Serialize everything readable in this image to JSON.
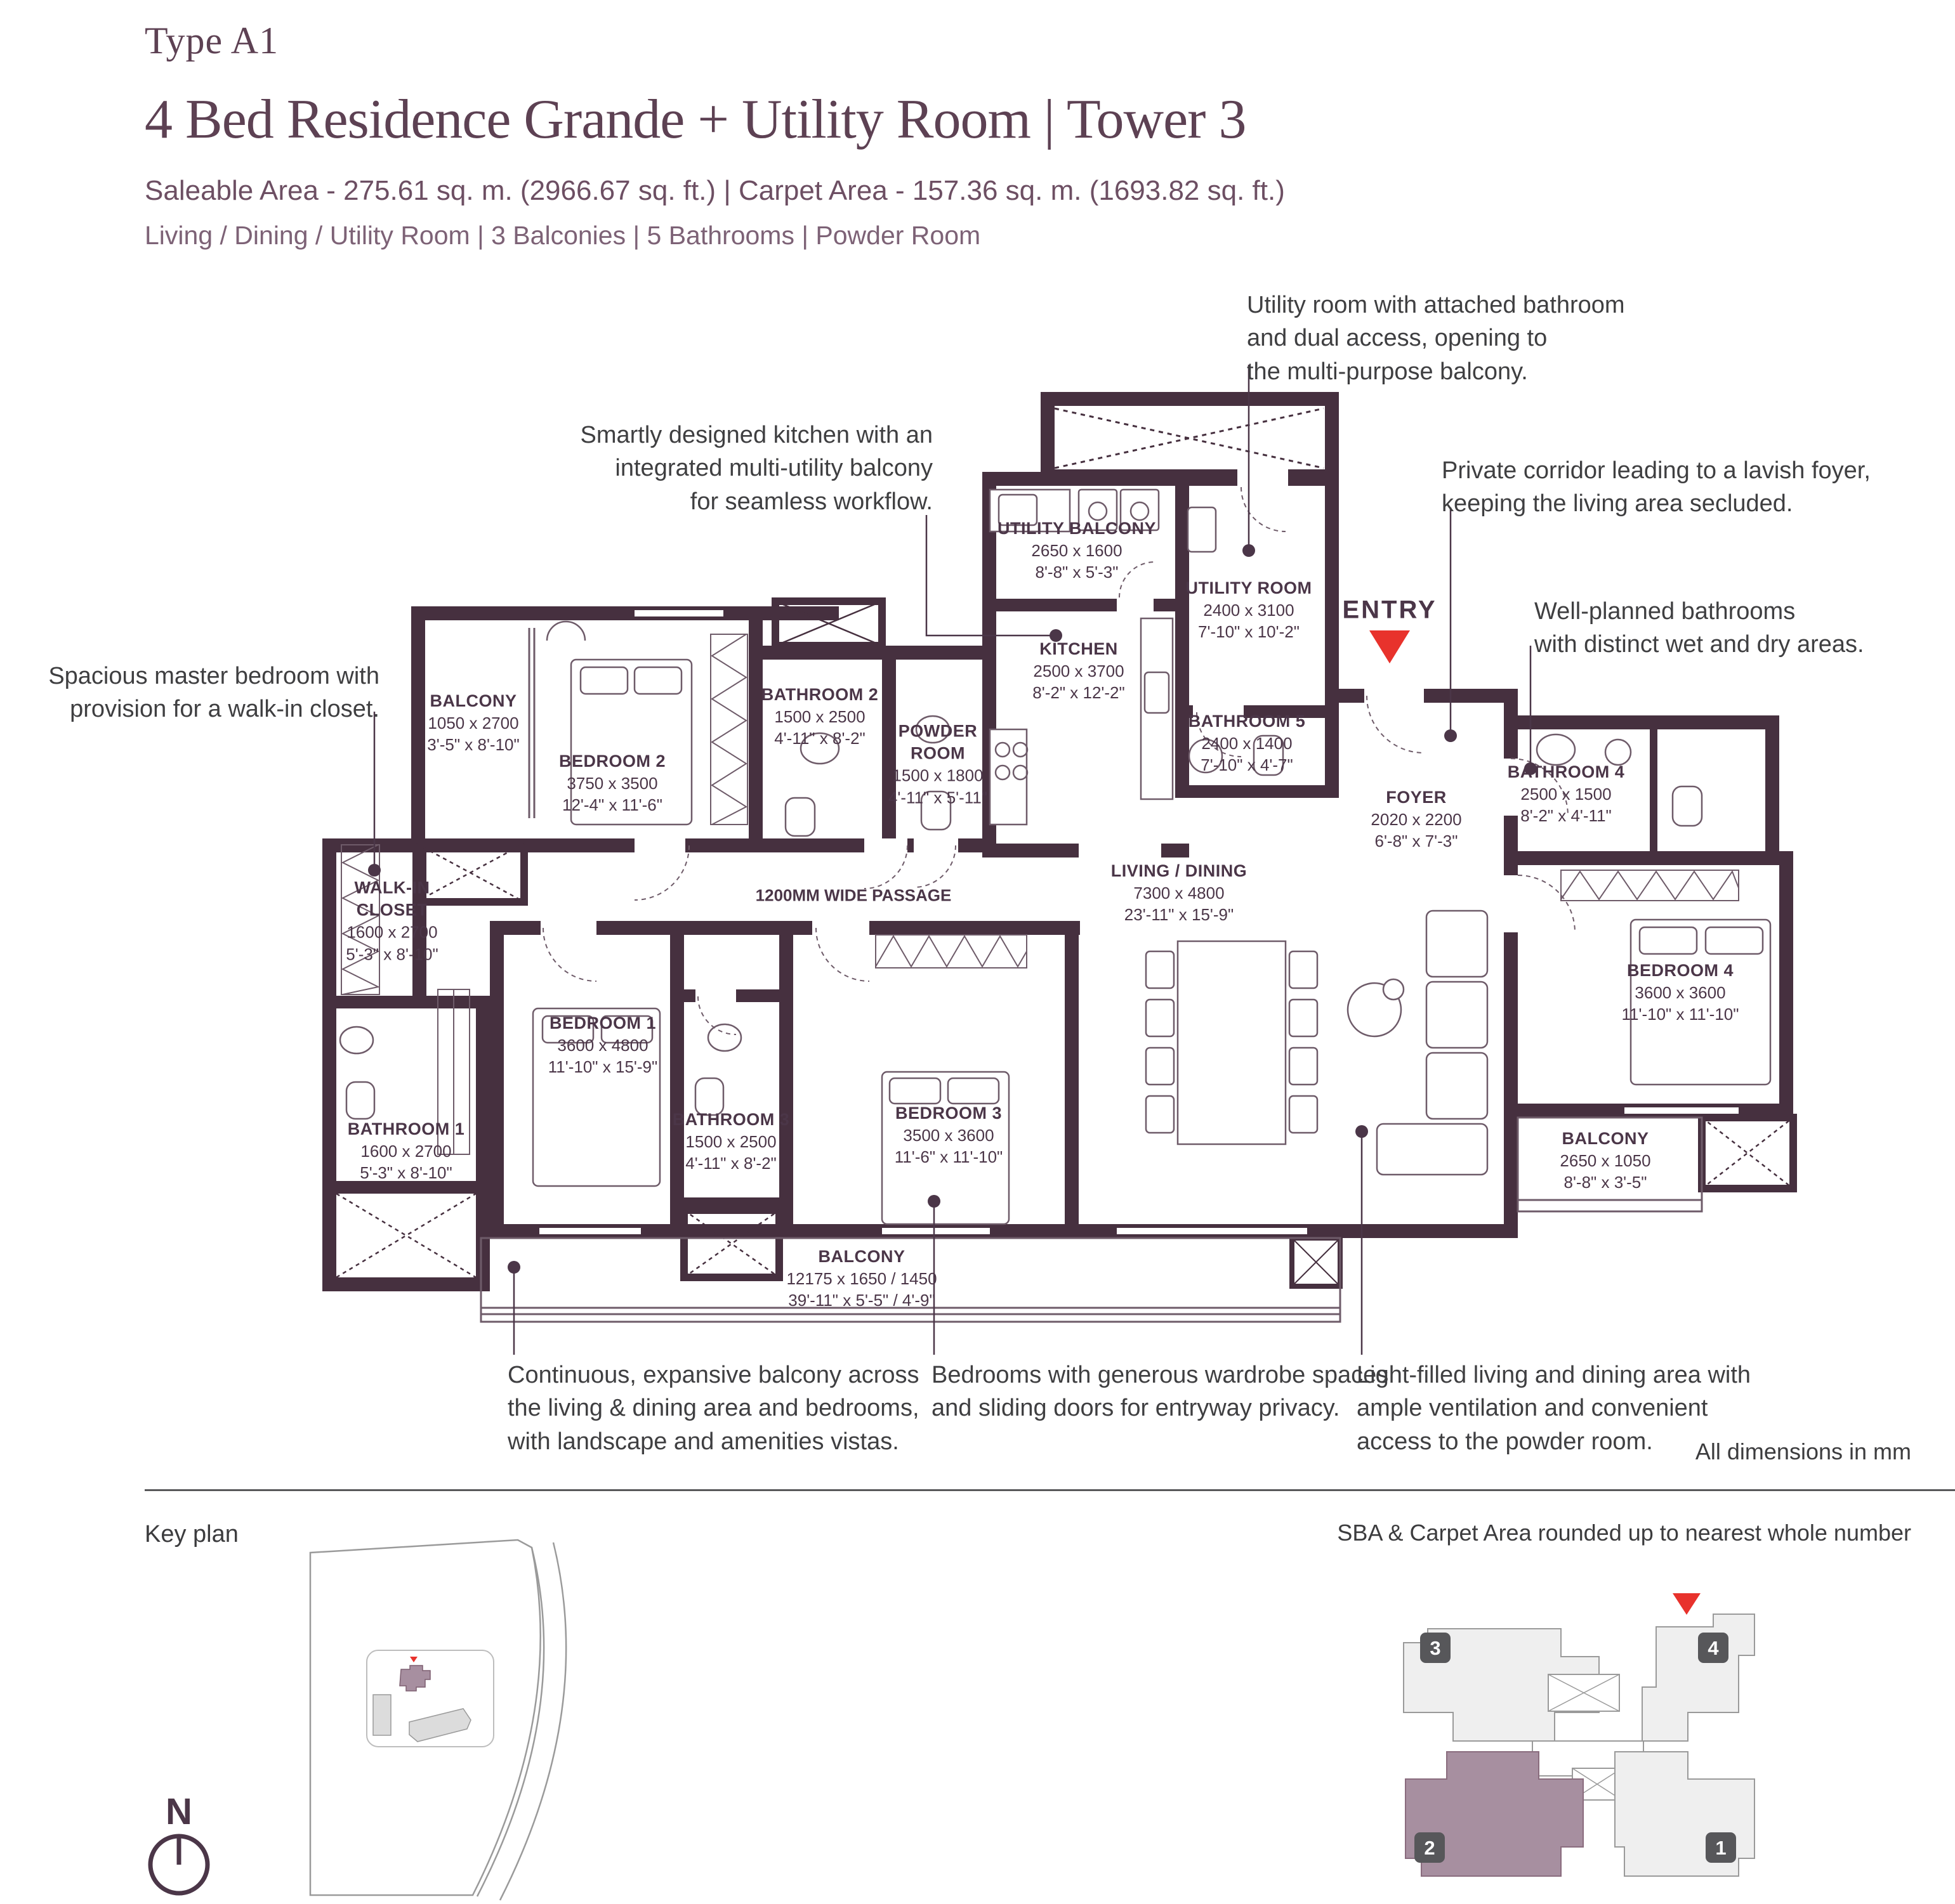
{
  "header": {
    "type_label": "Type A1",
    "title": "4 Bed Residence Grande + Utility Room | Tower 3",
    "area_line": "Saleable Area - 275.61 sq. m. (2966.67 sq. ft.) | Carpet Area - 157.36 sq. m. (1693.82 sq. ft.)",
    "features_line": "Living / Dining / Utility Room | 3 Balconies | 5 Bathrooms | Powder Room"
  },
  "callouts": [
    {
      "id": "utility-room",
      "text": "Utility room with attached bathroom\nand dual access, opening to\nthe multi-purpose balcony."
    },
    {
      "id": "kitchen",
      "text": "Smartly designed kitchen with an\nintegrated multi-utility balcony\nfor seamless workflow."
    },
    {
      "id": "private-corridor",
      "text": "Private corridor leading to a lavish foyer,\nkeeping the living area secluded."
    },
    {
      "id": "bathrooms",
      "text": "Well-planned bathrooms\nwith distinct wet and dry areas."
    },
    {
      "id": "master-bedroom",
      "text": "Spacious master bedroom with\nprovision for a walk-in closet."
    },
    {
      "id": "balcony",
      "text": "Continuous, expansive balcony across\nthe living & dining area and bedrooms,\nwith landscape and amenities vistas."
    },
    {
      "id": "bedrooms",
      "text": "Bedrooms with generous wardrobe spaces\nand sliding doors for entryway privacy."
    },
    {
      "id": "living-dining",
      "text": "Light-filled living and dining area with\nample ventilation and convenient\naccess to the powder room."
    }
  ],
  "plan": {
    "entry_label": "ENTRY",
    "passage_label": "1200MM WIDE PASSAGE",
    "rooms": [
      {
        "name": "UTILITY BALCONY",
        "mm": "2650 x 1600",
        "ft": "8'-8\" x 5'-3\""
      },
      {
        "name": "UTILITY ROOM",
        "mm": "2400 x 3100",
        "ft": "7'-10\" x 10'-2\""
      },
      {
        "name": "KITCHEN",
        "mm": "2500 x 3700",
        "ft": "8'-2\" x 12'-2\""
      },
      {
        "name": "BATHROOM 5",
        "mm": "2400 x 1400",
        "ft": "7'-10\" x 4'-7\""
      },
      {
        "name": "FOYER",
        "mm": "2020 x 2200",
        "ft": "6'-8\" x 7'-3\""
      },
      {
        "name": "BATHROOM 4",
        "mm": "2500 x 1500",
        "ft": "8'-2\" x 4'-11\""
      },
      {
        "name": "BALCONY",
        "mm": "1050 x 2700",
        "ft": "3'-5\" x 8'-10\""
      },
      {
        "name": "BEDROOM 2",
        "mm": "3750 x 3500",
        "ft": "12'-4\" x 11'-6\""
      },
      {
        "name": "BATHROOM 2",
        "mm": "1500 x 2500",
        "ft": "4'-11\" x 8'-2\""
      },
      {
        "name": "POWDER\nROOM",
        "mm": "1500 x 1800",
        "ft": "4'-11\" x 5'-11\""
      },
      {
        "name": "LIVING / DINING",
        "mm": "7300 x 4800",
        "ft": "23'-11\" x 15'-9\""
      },
      {
        "name": "WALK-IN\nCLOSET",
        "mm": "1600 x 2700",
        "ft": "5'-3\" x 8'-10\""
      },
      {
        "name": "BEDROOM 1",
        "mm": "3600 x 4800",
        "ft": "11'-10\" x 15'-9\""
      },
      {
        "name": "BATHROOM 3",
        "mm": "1500 x 2500",
        "ft": "4'-11\" x 8'-2\""
      },
      {
        "name": "BEDROOM 3",
        "mm": "3500 x 3600",
        "ft": "11'-6\" x 11'-10\""
      },
      {
        "name": "BATHROOM 1",
        "mm": "1600 x 2700",
        "ft": "5'-3\" x 8'-10\""
      },
      {
        "name": "BEDROOM 4",
        "mm": "3600 x 3600",
        "ft": "11'-10\" x 11'-10\""
      },
      {
        "name": "BALCONY",
        "mm": "2650 x 1050",
        "ft": "8'-8\" x 3'-5\""
      },
      {
        "name": "BALCONY",
        "mm": "12175 x 1650 / 1450",
        "ft": "39'-11\" x 5'-5\" / 4'-9\""
      }
    ]
  },
  "footer": {
    "dimensions_note": "All dimensions in mm",
    "key_plan_label": "Key plan",
    "sba_note": "SBA & Carpet Area rounded up to nearest whole number",
    "north_label": "N",
    "tower_badges": [
      "3",
      "4",
      "2",
      "1"
    ]
  },
  "colors": {
    "title_plum": "#5d4153",
    "wall": "#46303f",
    "thin_line": "#6e5b69",
    "accent_red": "#e8322c",
    "highlight_unit": "#a78fa0",
    "badge_gray": "#57575a"
  }
}
